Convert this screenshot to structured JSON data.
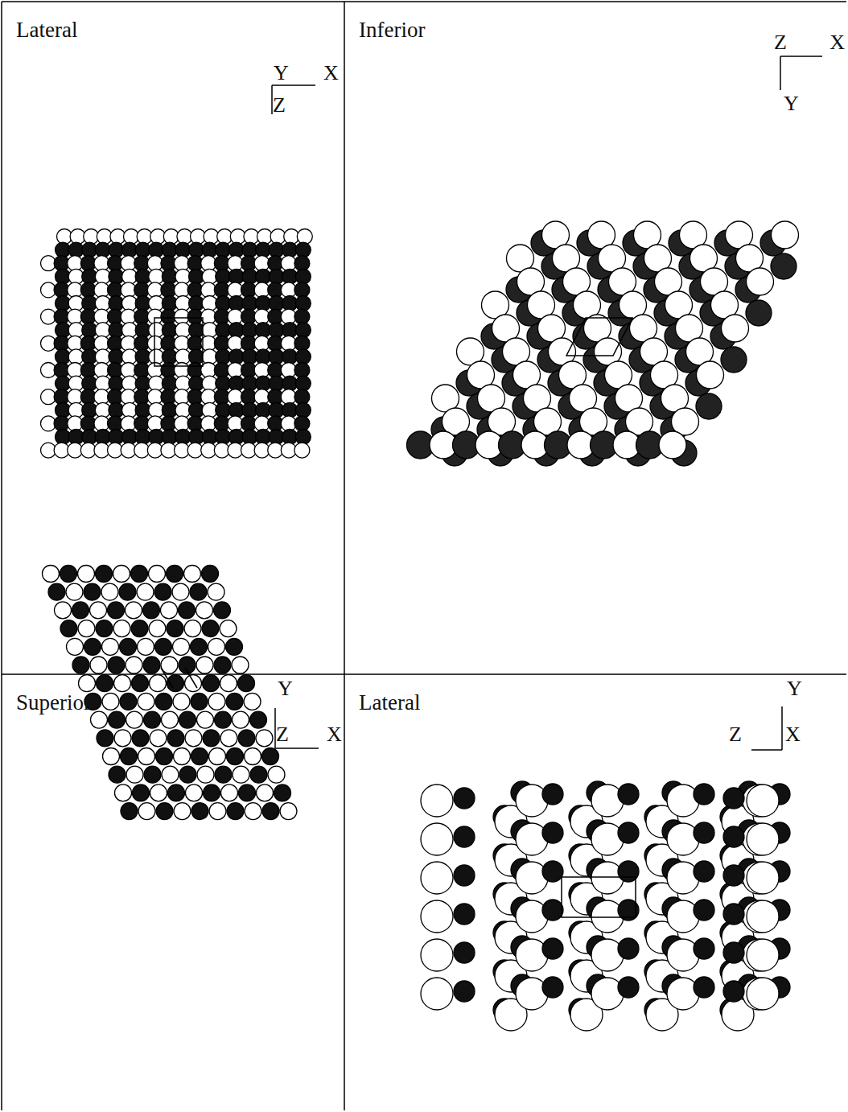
{
  "diagram": {
    "nodes": [
      {
        "text": [
          "Lateral"
        ]
      },
      {
        "text": [
          "Inferior"
        ]
      },
      {
        "text": [
          "Superior"
        ]
      },
      {
        "text": [
          "Lateral"
        ]
      }
    ],
    "labels": [
      "Y",
      "X",
      "Z",
      "Z",
      "X",
      "Y",
      "Y",
      "Z",
      "X",
      "Y",
      "Z",
      "X"
    ]
  }
}
